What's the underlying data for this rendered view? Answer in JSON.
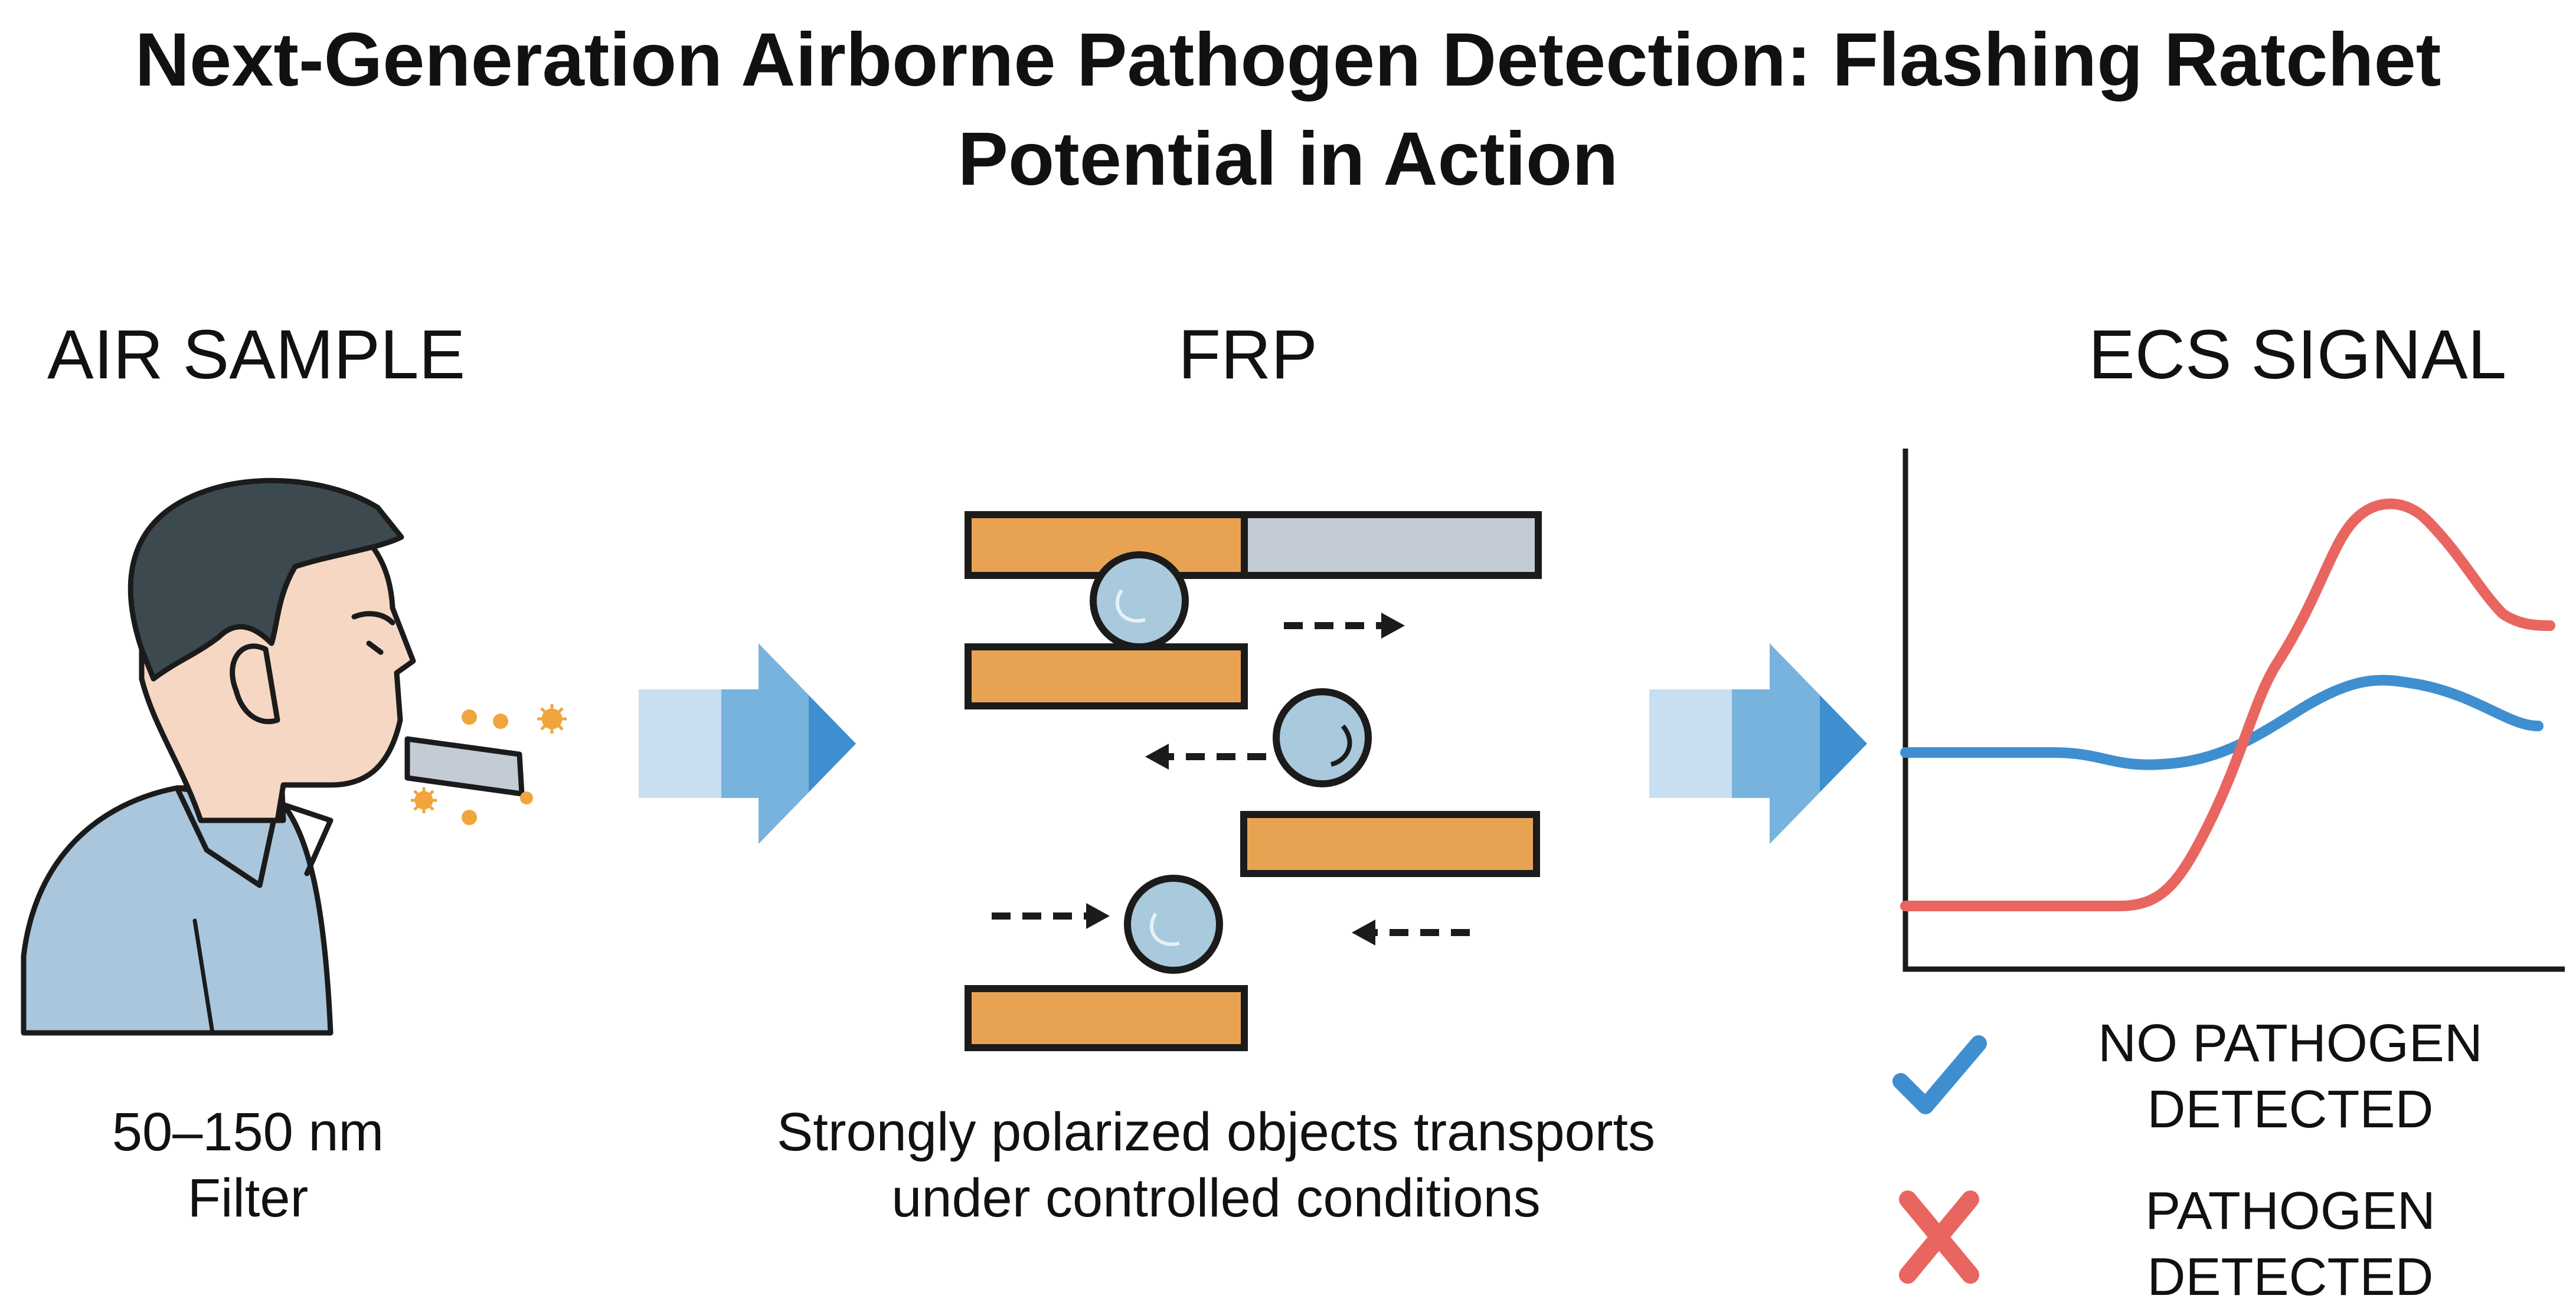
{
  "title": {
    "line1": "Next-Generation Airborne Pathogen Detection: Flashing Ratchet",
    "line2": "Potential in Action"
  },
  "sections": {
    "air_sample": {
      "heading": "AIR SAMPLE",
      "caption_line1": "50–150 nm",
      "caption_line2": "Filter"
    },
    "frp": {
      "heading": "FRP",
      "caption_line1": "Strongly polarized objects transports",
      "caption_line2": "under controlled conditions"
    },
    "ecs_signal": {
      "heading": "ECS SIGNAL"
    }
  },
  "legend": {
    "negative_line1": "NO PATHOGEN",
    "negative_line2": "DETECTED",
    "positive_line1": "PATHOGEN",
    "positive_line2": "DETECTED",
    "negative_icon": "checkmark-icon",
    "positive_icon": "cross-icon"
  },
  "colors": {
    "negative": "#3f8fd0",
    "positive": "#e8665f",
    "electrode_active": "#e8a352",
    "electrode_inactive": "#c3ccd4",
    "particle": "#a9c9dc",
    "arrow_light": "#c7dff0",
    "arrow_mid": "#78b3dd",
    "arrow_dark": "#3f8fd0",
    "skin": "#f6d7c3",
    "hair": "#3c4a50",
    "shirt": "#a9c6dc",
    "droplet": "#f0a63c"
  }
}
